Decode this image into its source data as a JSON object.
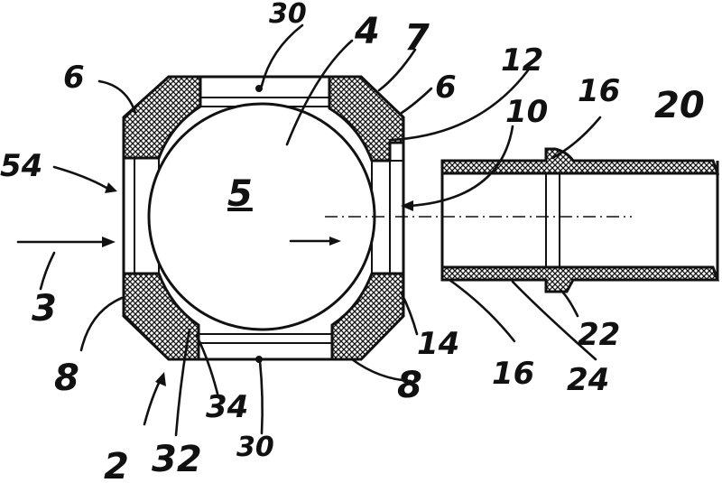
{
  "labels": {
    "n2": "2",
    "n3": "3",
    "n4": "4",
    "n5": "5",
    "n6_left": "6",
    "n6_right": "6",
    "n7": "7",
    "n8_left": "8",
    "n8_right": "8",
    "n10": "10",
    "n12": "12",
    "n14": "14",
    "n16_top": "16",
    "n16_bottom": "16",
    "n20": "20",
    "n22": "22",
    "n24": "24",
    "n30_top": "30",
    "n30_bottom": "30",
    "n32": "32",
    "n34": "34",
    "n54": "54"
  },
  "colors": {
    "ink": "#111111",
    "paper": "#ffffff"
  }
}
